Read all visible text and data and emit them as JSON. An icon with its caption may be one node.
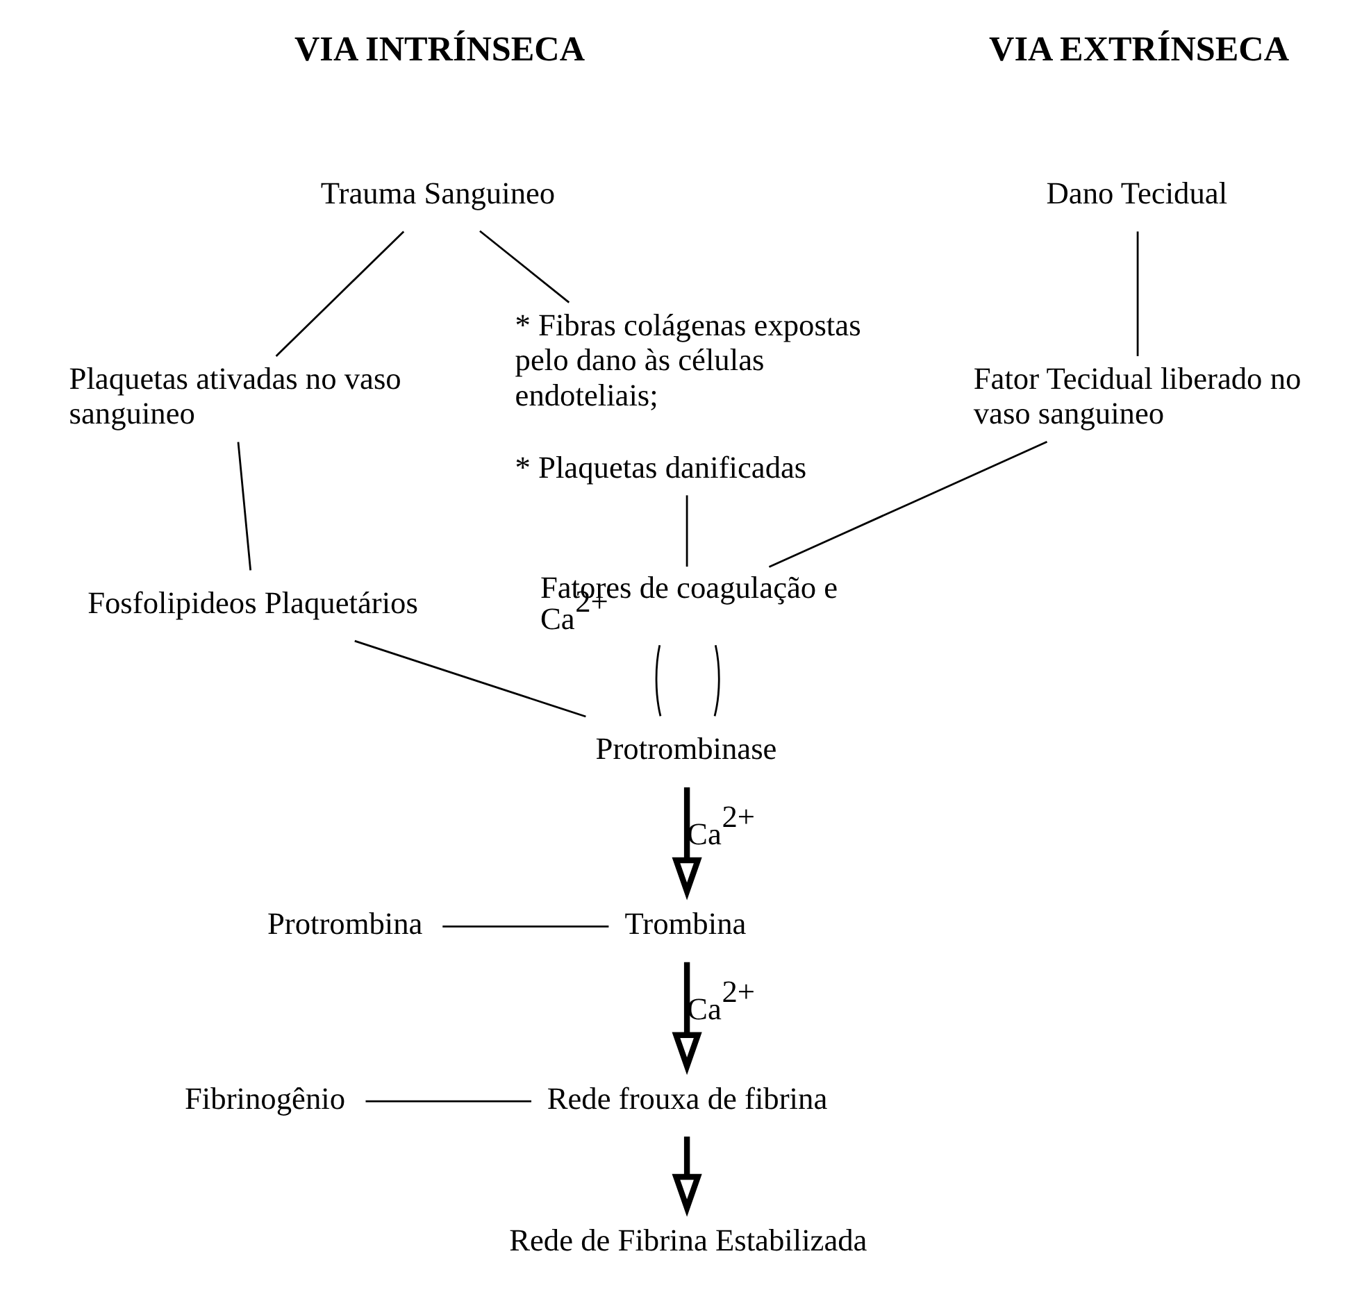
{
  "diagram": {
    "nodes": [
      {
        "text": [
          "Dano Tecidual"
        ]
      },
      {
        "text": [
          "Trauma Sanguineo"
        ]
      },
      {
        "text": [
          "Fator Tecidual liberado no vaso sanguineo"
        ]
      },
      {
        "text": [
          "* Fibras colágenas expostas pelo dano às células endoteliais;",
          "* Plaquetas danificadas"
        ]
      },
      {
        "text": [
          "Plaquetas ativadas no vaso sanguineo"
        ]
      },
      {
        "text": [
          "Fatores de coagulação e Ca$^{2+}$"
        ]
      },
      {
        "text": [
          "Fosfolipideos Plaquetários"
        ]
      },
      {
        "text": [
          "Protrombinase"
        ]
      },
      {
        "text": [
          "Protrombina"
        ]
      },
      {
        "text": [
          "Trombina"
        ]
      },
      {
        "text": [
          "Fibrinogênio"
        ]
      },
      {
        "text": [
          "Rede frouxa de fibrina"
        ]
      },
      {
        "text": [
          "Rede de Fibrina Estabilizada"
        ]
      }
    ],
    "edges": [
      {
        "from": 0,
        "to": 2,
        "arrow": "none"
      },
      {
        "from": 1,
        "to": 3,
        "arrow": "none"
      },
      {
        "from": 1,
        "to": 4,
        "arrow": "none"
      },
      {
        "from": 2,
        "to": 5,
        "arrow": "none"
      },
      {
        "from": 3,
        "to": 5,
        "arrow": "none"
      },
      {
        "from": 4,
        "to": 6,
        "arrow": "none"
      },
      {
        "from": 5,
        "to": 7,
        "arrow": "none"
      },
      {
        "from": 5,
        "to": 7,
        "arrow": "none"
      },
      {
        "from": 6,
        "to": 7,
        "arrow": "none"
      },
      {
        "from": 7,
        "to": 9,
        "arrow": "to",
        "label": "Ca$^{2+}$",
        "style": "thick"
      },
      {
        "from": 8,
        "to": 9,
        "arrow": "none"
      },
      {
        "from": 9,
        "to": 11,
        "arrow": "to",
        "label": "Ca$^{2+}$",
        "style": "thick"
      },
      {
        "from": 10,
        "to": 11,
        "arrow": "none"
      },
      {
        "from": 11,
        "to": 12,
        "arrow": "to",
        "style": "thick"
      }
    ],
    "labels": [
      "VIA EXTRÍNSECA",
      "VIA INTRÍNSECA"
    ]
  }
}
